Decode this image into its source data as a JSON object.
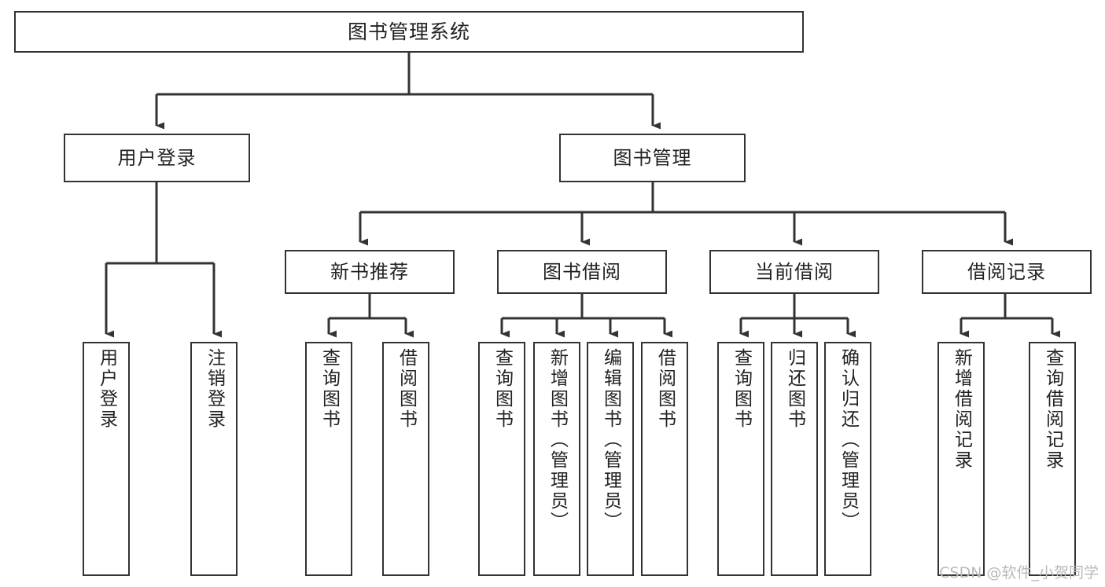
{
  "diagram": {
    "type": "tree",
    "title": "图书管理系统",
    "orientation": "top-down",
    "edge_color": "#333333",
    "node_border_color": "#333333",
    "node_fill_color": "#ffffff",
    "text_color": "#222222",
    "background_color": "#ffffff",
    "watermark": "CSDN @软件_小贺同学",
    "nodes": {
      "root": {
        "label": "图书管理系统",
        "level": 1
      },
      "l2_a": {
        "label": "用户登录",
        "level": 2
      },
      "l2_b": {
        "label": "图书管理",
        "level": 2
      },
      "l3_a": {
        "label": "新书推荐",
        "level": 3
      },
      "l3_b": {
        "label": "图书借阅",
        "level": 3
      },
      "l3_c": {
        "label": "当前借阅",
        "level": 3
      },
      "l3_d": {
        "label": "借阅记录",
        "level": 3
      },
      "leaf_1": {
        "label": "用户登录",
        "level": 4
      },
      "leaf_2": {
        "label": "注销登录",
        "level": 4
      },
      "leaf_3": {
        "label": "查询图书",
        "level": 4
      },
      "leaf_4": {
        "label": "借阅图书",
        "level": 4
      },
      "leaf_5": {
        "label": "查询图书",
        "level": 4
      },
      "leaf_6": {
        "label": "新增图书（管理员）",
        "level": 4
      },
      "leaf_7": {
        "label": "编辑图书（管理员）",
        "level": 4
      },
      "leaf_8": {
        "label": "借阅图书",
        "level": 4
      },
      "leaf_9": {
        "label": "查询图书",
        "level": 4
      },
      "leaf_10": {
        "label": "归还图书",
        "level": 4
      },
      "leaf_11": {
        "label": "确认归还（管理员）",
        "level": 4
      },
      "leaf_12": {
        "label": "新增借阅记录",
        "level": 4
      },
      "leaf_13": {
        "label": "查询借阅记录",
        "level": 4
      }
    },
    "edges": [
      {
        "from": "root",
        "to": "l2_a"
      },
      {
        "from": "root",
        "to": "l2_b"
      },
      {
        "from": "l2_b",
        "to": "l3_a"
      },
      {
        "from": "l2_b",
        "to": "l3_b"
      },
      {
        "from": "l2_b",
        "to": "l3_c"
      },
      {
        "from": "l2_b",
        "to": "l3_d"
      },
      {
        "from": "l2_a",
        "to": "leaf_1"
      },
      {
        "from": "l2_a",
        "to": "leaf_2"
      },
      {
        "from": "l3_a",
        "to": "leaf_3"
      },
      {
        "from": "l3_a",
        "to": "leaf_4"
      },
      {
        "from": "l3_b",
        "to": "leaf_5"
      },
      {
        "from": "l3_b",
        "to": "leaf_6"
      },
      {
        "from": "l3_b",
        "to": "leaf_7"
      },
      {
        "from": "l3_b",
        "to": "leaf_8"
      },
      {
        "from": "l3_c",
        "to": "leaf_9"
      },
      {
        "from": "l3_c",
        "to": "leaf_10"
      },
      {
        "from": "l3_c",
        "to": "leaf_11"
      },
      {
        "from": "l3_d",
        "to": "leaf_12"
      },
      {
        "from": "l3_d",
        "to": "leaf_13"
      }
    ]
  }
}
